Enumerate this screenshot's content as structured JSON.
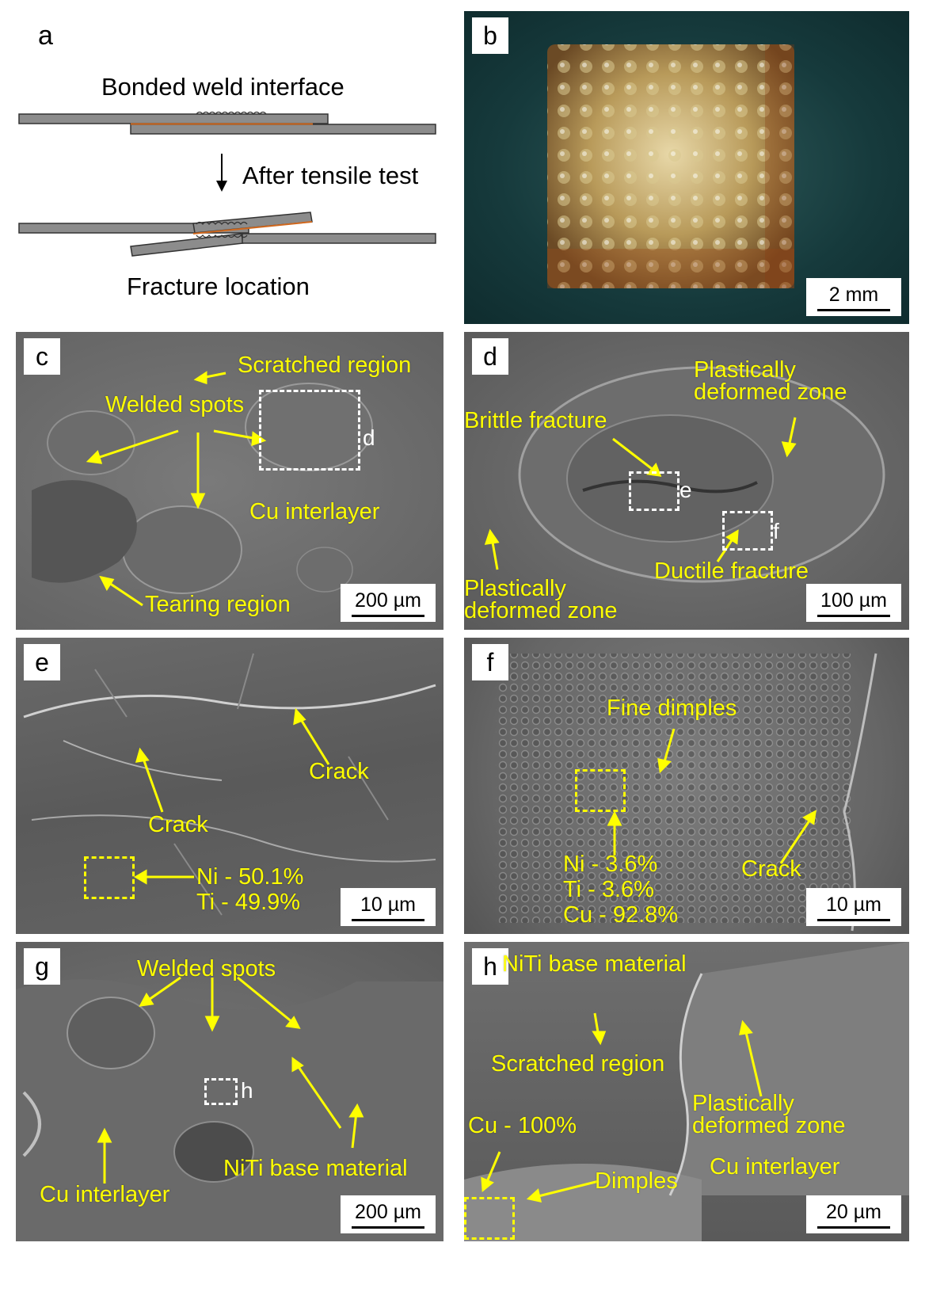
{
  "colors": {
    "annotation": "#ffff00",
    "sem_bg": "#6e6e6e",
    "schematic_plate": "#8c8c8c",
    "schematic_interface": "#d2691e"
  },
  "panel_a": {
    "label": "a",
    "bonded": "Bonded weld interface",
    "after": "After tensile test",
    "fracture": "Fracture location",
    "icon": "down-arrow-icon"
  },
  "panel_b": {
    "label": "b",
    "scale": "2 mm"
  },
  "panel_c": {
    "label": "c",
    "scratched": "Scratched region",
    "welded": "Welded spots",
    "cu": "Cu interlayer",
    "tearing": "Tearing region",
    "box": "d",
    "scale": "200 µm"
  },
  "panel_d": {
    "label": "d",
    "plastic_top_1": "Plastically",
    "plastic_top_2": "deformed zone",
    "brittle": "Brittle fracture",
    "ductile": "Ductile fracture",
    "plastic_bot_1": "Plastically",
    "plastic_bot_2": "deformed zone",
    "box_e": "e",
    "box_f": "f",
    "scale": "100 µm"
  },
  "panel_e": {
    "label": "e",
    "crack1": "Crack",
    "crack2": "Crack",
    "ni": "Ni - 50.1%",
    "ti": "Ti - 49.9%",
    "scale": "10 µm"
  },
  "panel_f": {
    "label": "f",
    "fine": "Fine dimples",
    "ni": "Ni - 3.6%",
    "ti": "Ti - 3.6%",
    "cu": "Cu - 92.8%",
    "crack": "Crack",
    "scale": "10 µm"
  },
  "panel_g": {
    "label": "g",
    "welded": "Welded spots",
    "box": "h",
    "cu": "Cu interlayer",
    "niti": "NiTi base material",
    "scale": "200 µm"
  },
  "panel_h": {
    "label": "h",
    "niti": "NiTi base material",
    "scratched": "Scratched region",
    "plastic1": "Plastically",
    "plastic2": "deformed zone",
    "cu100": "Cu - 100%",
    "cu": "Cu interlayer",
    "dimples": "Dimples",
    "scale": "20 µm"
  }
}
